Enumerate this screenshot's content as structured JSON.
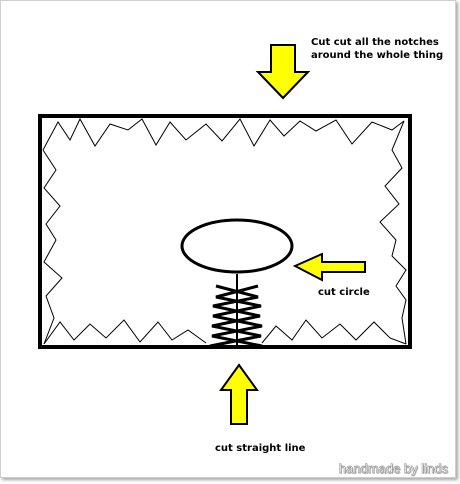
{
  "annotations": {
    "notches": "Cut cut all the notches around the whole thing",
    "circle": "cut circle",
    "straight_line": "cut straight line"
  },
  "watermark": "handmade by linds",
  "colors": {
    "arrow_fill": "#ffff00",
    "outline": "#000000",
    "background": "#ffffff"
  }
}
